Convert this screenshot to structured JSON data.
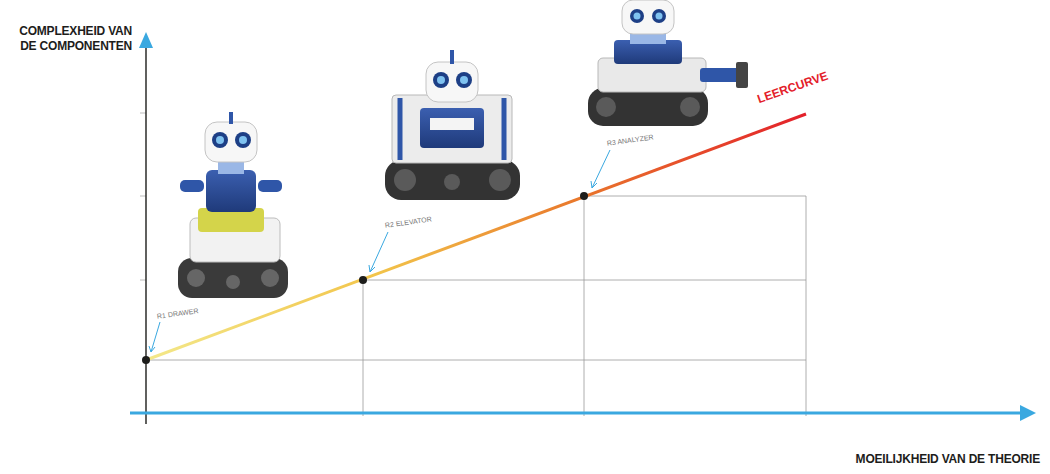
{
  "diagram": {
    "labels": [
      "COMPLEXHEID VAN DE COMPONENTEN",
      "MOEILIJKHEID VAN DE THEORIE",
      "LEERCURVE",
      "R1 DRAWER",
      "R2 ELEVATOR",
      "R3 ANALYZER"
    ]
  }
}
